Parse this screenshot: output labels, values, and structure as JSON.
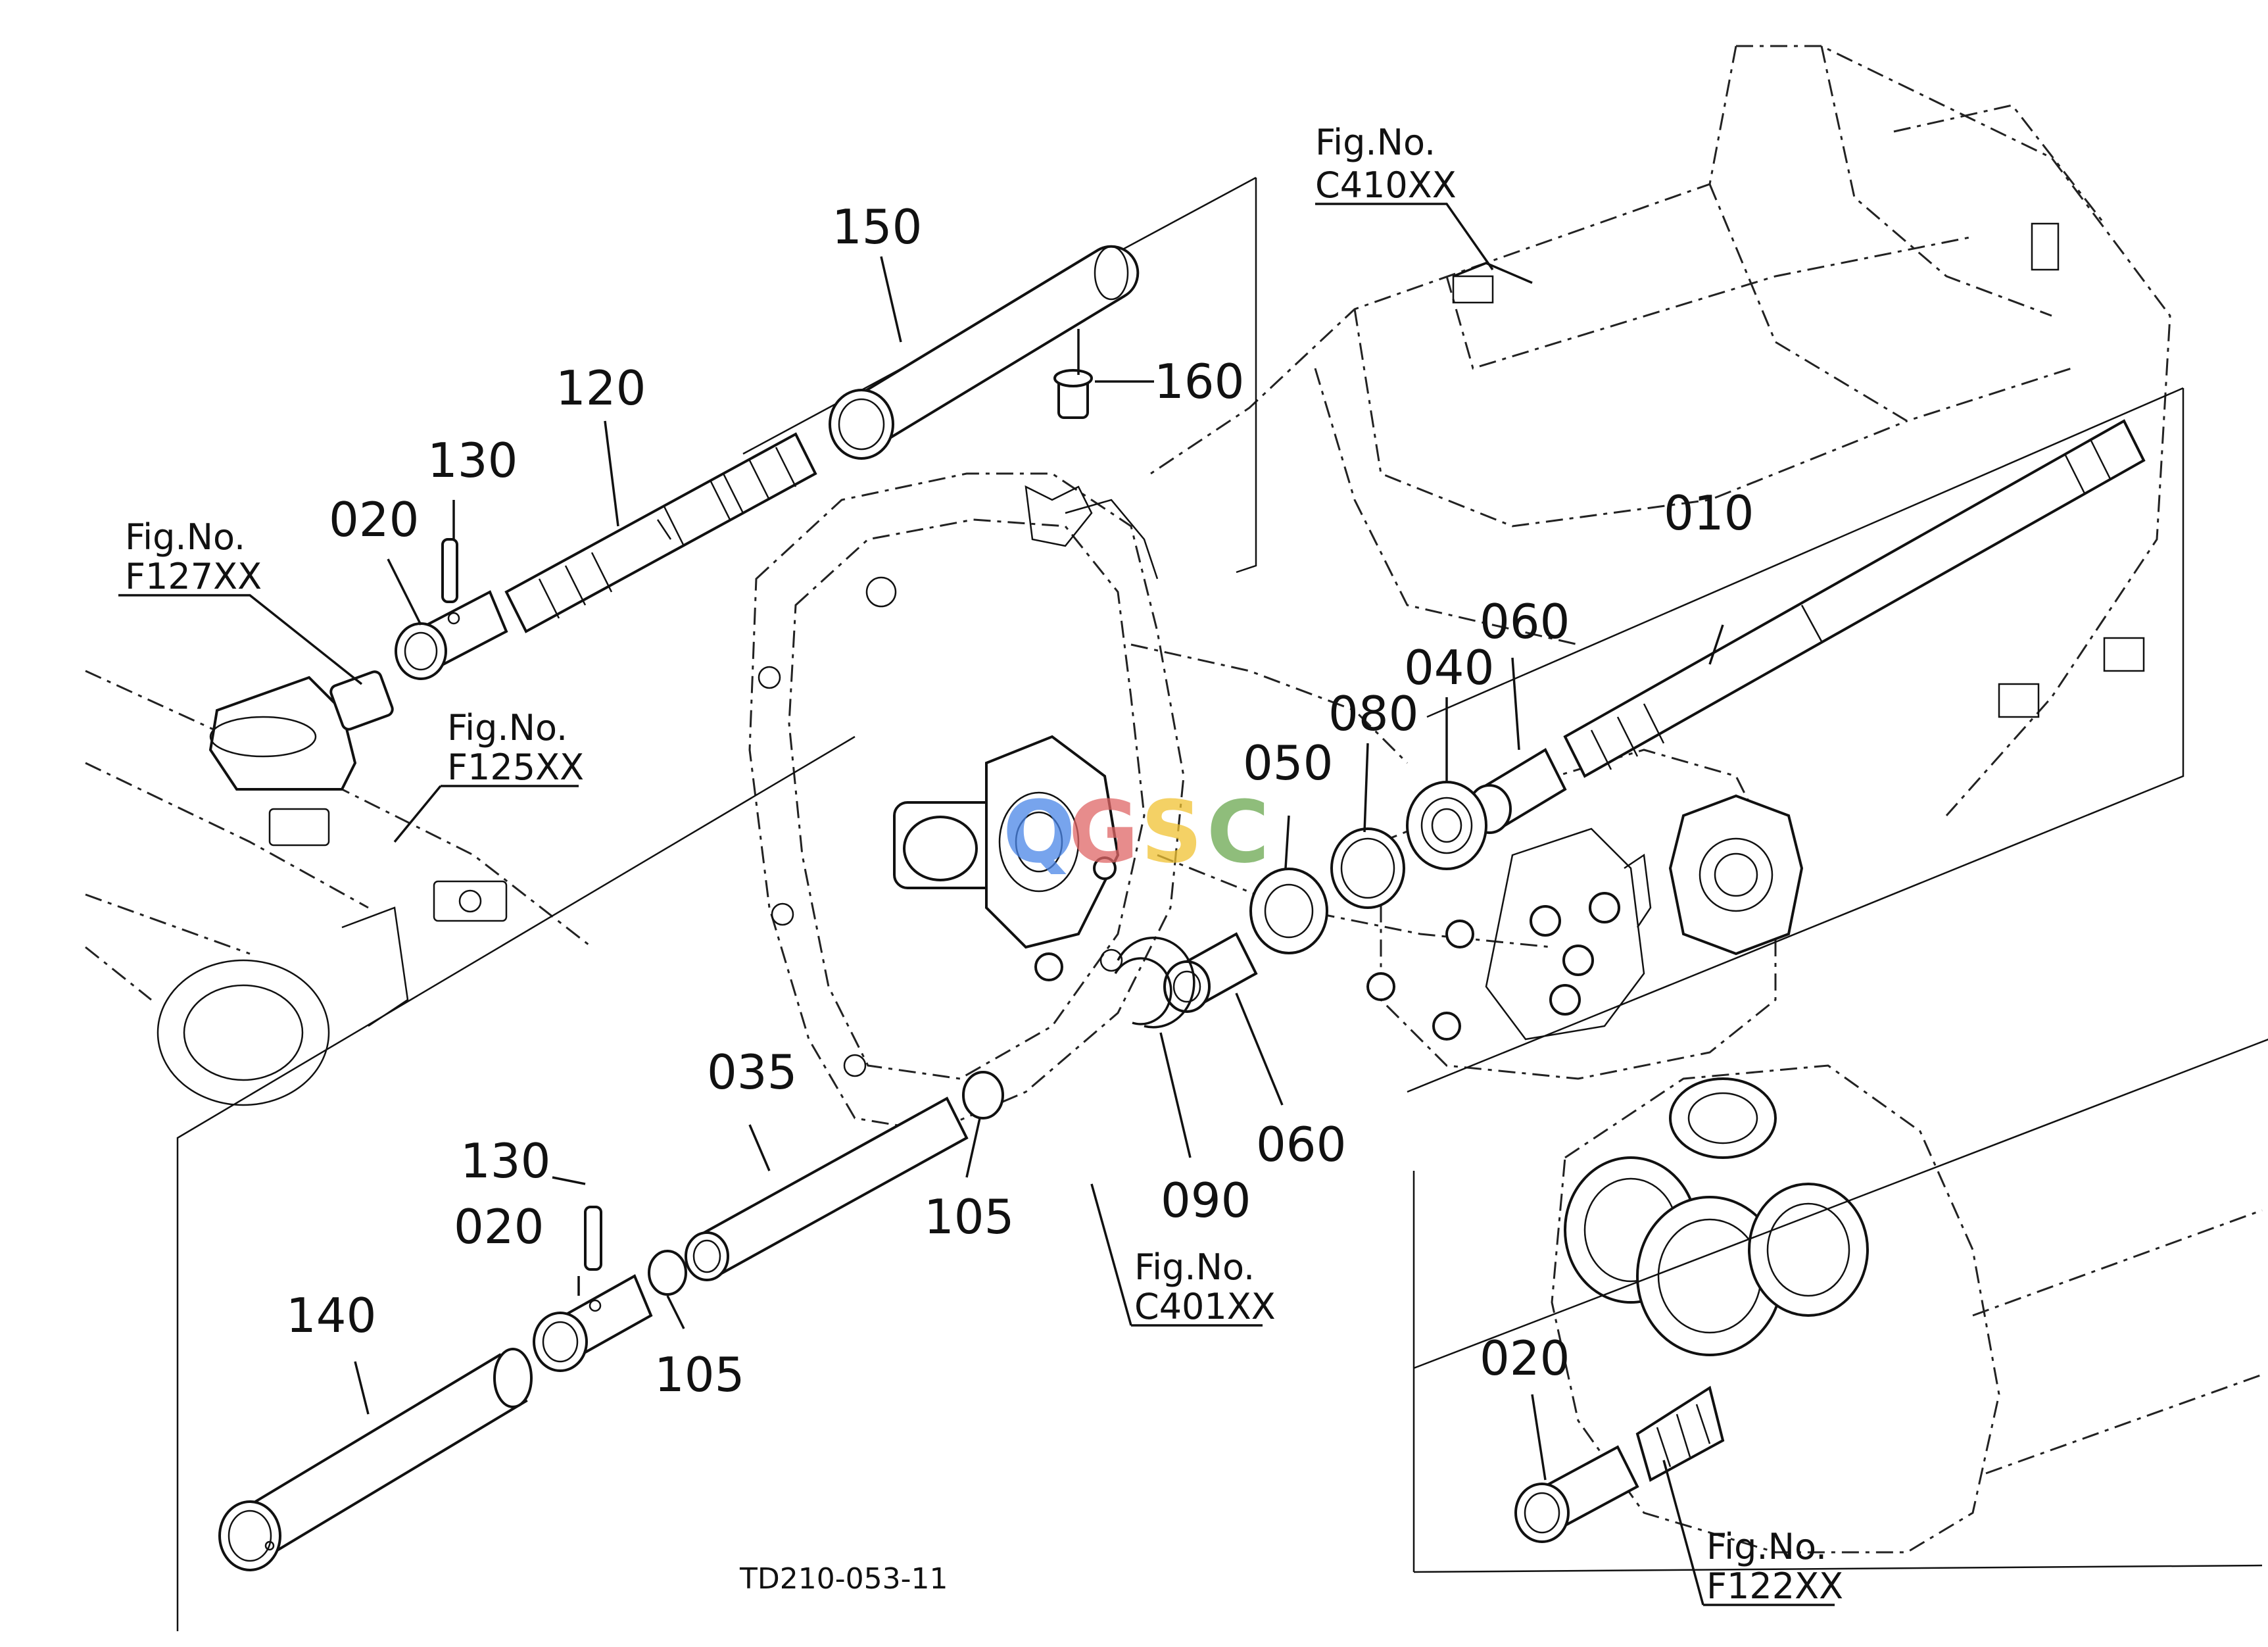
{
  "drawing_code": "TD210-053-11",
  "parts": {
    "p010": "010",
    "p020a": "020",
    "p020b": "020",
    "p020c": "020",
    "p035": "035",
    "p040": "040",
    "p050": "050",
    "p060a": "060",
    "p060b": "060",
    "p080": "080",
    "p090": "090",
    "p105a": "105",
    "p105b": "105",
    "p120": "120",
    "p130a": "130",
    "p130b": "130",
    "p140": "140",
    "p150": "150",
    "p160": "160"
  },
  "figure_refs": {
    "c410": {
      "label": "Fig.No.",
      "code": "C410XX"
    },
    "f127": {
      "label": "Fig.No.",
      "code": "F127XX"
    },
    "f125": {
      "label": "Fig.No.",
      "code": "F125XX"
    },
    "c401": {
      "label": "Fig.No.",
      "code": "C401XX"
    },
    "f122": {
      "label": "Fig.No.",
      "code": "F122XX"
    }
  },
  "watermark": {
    "letters": [
      "Q",
      "G",
      "S",
      "C"
    ],
    "colors": [
      "#4a86e8",
      "#e06666",
      "#f1c232",
      "#6aa84f"
    ]
  }
}
